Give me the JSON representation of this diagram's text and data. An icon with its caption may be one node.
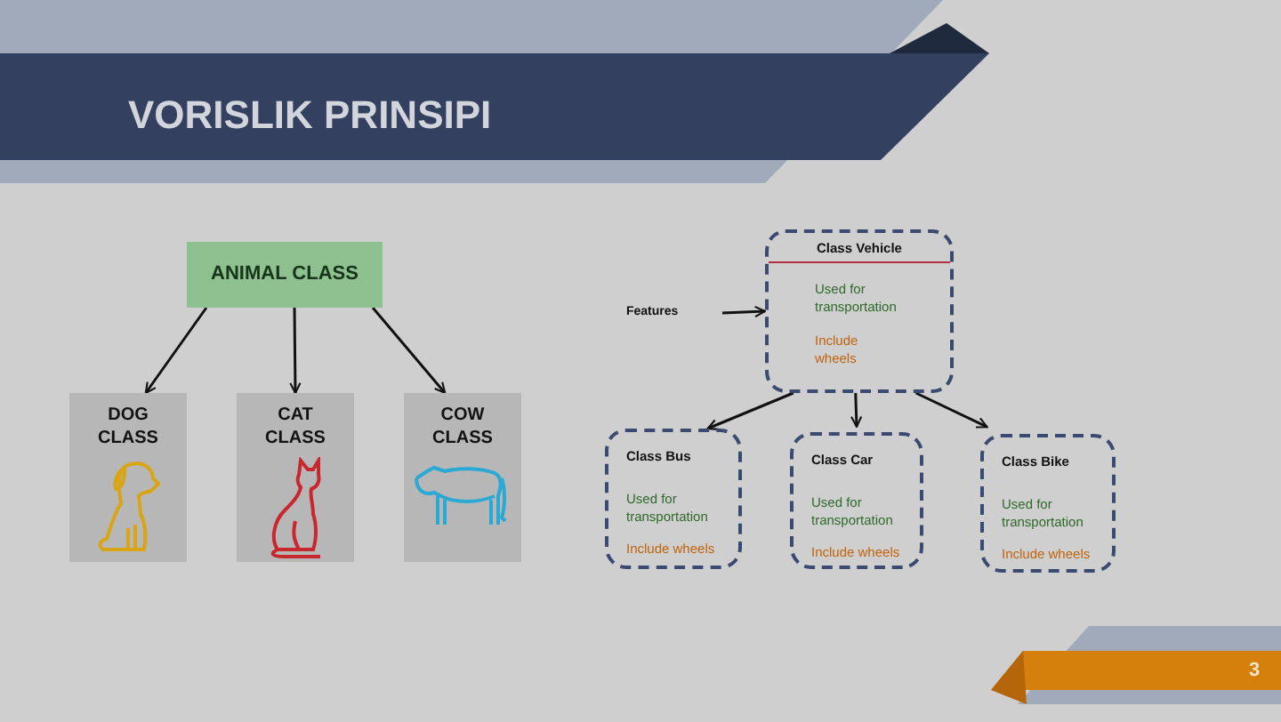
{
  "diagram": {
    "title": "VORISLIK PRINSIPI",
    "nodes": [
      {
        "text": [
          "ANIMAL CLASS"
        ]
      },
      {
        "text": [
          "DOG CLASS"
        ]
      },
      {
        "text": [
          "CAT CLASS"
        ]
      },
      {
        "text": [
          "COW CLASS"
        ]
      },
      {
        "text": [
          "Features"
        ]
      },
      {
        "text": [
          "Class Vehicle",
          "Used for transportation",
          "Include wheels"
        ]
      },
      {
        "text": [
          "Class Bus",
          "Used for transportation",
          "Include wheels"
        ]
      },
      {
        "text": [
          "Class Car",
          "Used for transportation",
          "Include wheels"
        ]
      },
      {
        "text": [
          "Class Bike",
          "Used for transportation",
          "Include wheels"
        ]
      }
    ],
    "edges": [
      {
        "from": 0,
        "to": 1,
        "arrow": "to"
      },
      {
        "from": 0,
        "to": 2,
        "arrow": "to"
      },
      {
        "from": 0,
        "to": 3,
        "arrow": "to"
      },
      {
        "from": 4,
        "to": 5,
        "arrow": "to"
      },
      {
        "from": 5,
        "to": 6,
        "arrow": "to"
      },
      {
        "from": 5,
        "to": 7,
        "arrow": "to"
      },
      {
        "from": 5,
        "to": 8,
        "arrow": "to"
      }
    ],
    "labels": [
      "3"
    ]
  }
}
